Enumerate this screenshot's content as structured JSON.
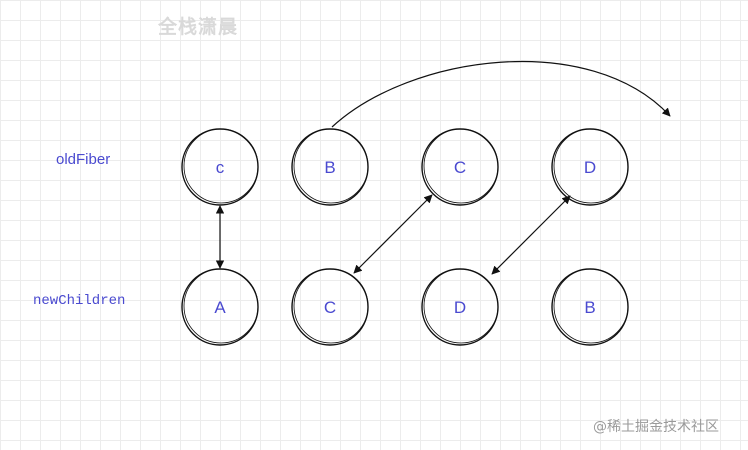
{
  "watermark_top": "全栈潇晨",
  "watermark_bottom": "@稀土掘金技术社区",
  "rows": {
    "old_label": "oldFiber",
    "new_label": "newChildren"
  },
  "old_nodes": [
    "c",
    "B",
    "C",
    "D"
  ],
  "new_nodes": [
    "A",
    "C",
    "D",
    "B"
  ],
  "links": [
    {
      "from": "old.0",
      "to": "new.0"
    },
    {
      "from": "old.2",
      "to": "new.1"
    },
    {
      "from": "old.3",
      "to": "new.2"
    },
    {
      "from": "old.1",
      "to": "out"
    }
  ],
  "colors": {
    "label": "#4a4ad0",
    "stroke": "#111111",
    "watermark": "#d9d9d9"
  }
}
